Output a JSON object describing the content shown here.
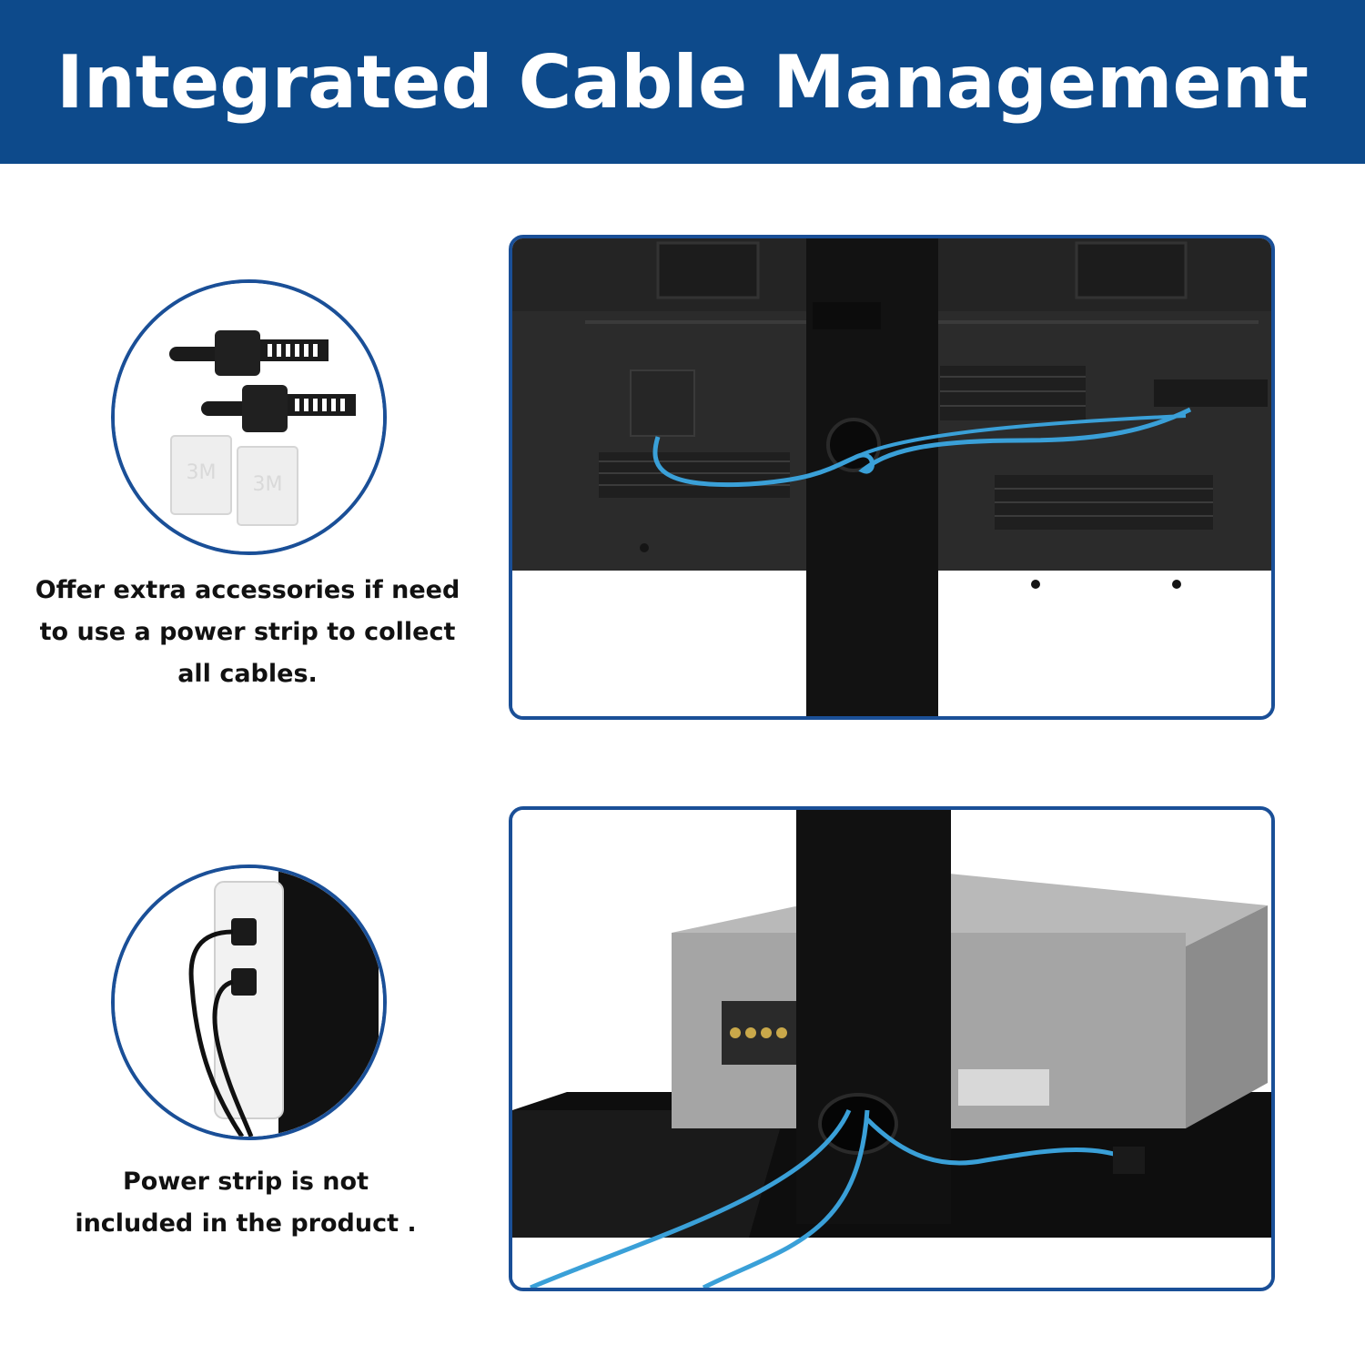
{
  "header": {
    "title": "Integrated Cable Management"
  },
  "sections": [
    {
      "caption_lines": [
        "Offer extra accessories if need",
        "to use a power strip to collect",
        "all cables."
      ],
      "icon": "cable-clip-accessories-icon",
      "photo": "tv-back-cable-routing-photo"
    },
    {
      "caption_lines": [
        "Power strip is not",
        "included in the product ."
      ],
      "icon": "power-strip-icon",
      "photo": "stand-base-cable-routing-photo"
    }
  ],
  "colors": {
    "banner": "#0d4a8b",
    "border": "#1a4f97",
    "cable": "#3aa0d8"
  }
}
